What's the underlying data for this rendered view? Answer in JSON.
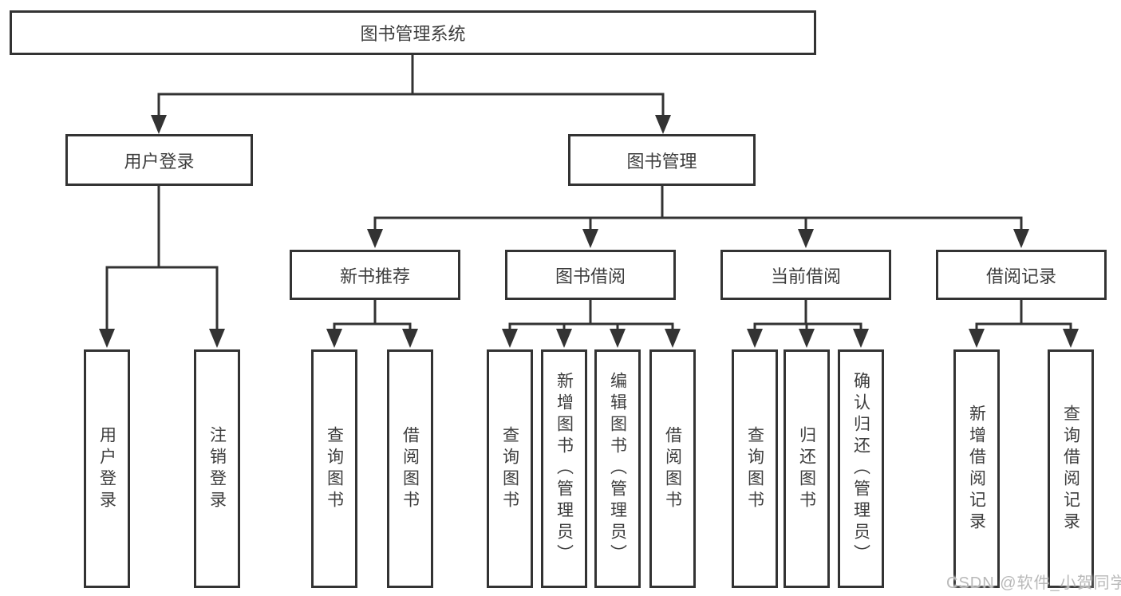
{
  "diagram": {
    "root": {
      "label": "图书管理系统"
    },
    "branches": [
      {
        "label": "用户登录",
        "leaves": [
          "用户登录",
          "注销登录"
        ]
      },
      {
        "label": "图书管理",
        "children": [
          {
            "label": "新书推荐",
            "leaves": [
              "查询图书",
              "借阅图书"
            ]
          },
          {
            "label": "图书借阅",
            "leaves": [
              "查询图书",
              "新增图书（管理员）",
              "编辑图书（管理员）",
              "借阅图书"
            ]
          },
          {
            "label": "当前借阅",
            "leaves": [
              "查询图书",
              "归还图书",
              "确认归还（管理员）"
            ]
          },
          {
            "label": "借阅记录",
            "leaves": [
              "新增借阅记录",
              "查询借阅记录"
            ]
          }
        ]
      }
    ],
    "watermark": "CSDN @软件_小贺同学",
    "colors": {
      "line": "#333333",
      "text": "#3d3d3d",
      "watermark": "#b9b9b9",
      "background": "#ffffff"
    }
  }
}
